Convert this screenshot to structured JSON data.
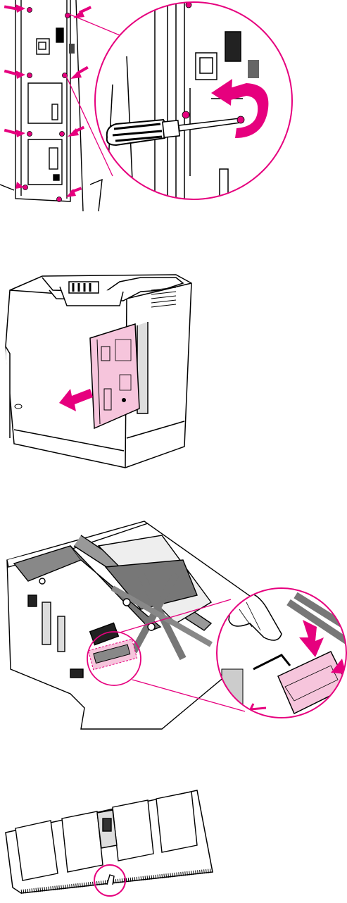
{
  "document": {
    "figures": [
      {
        "id": "remove-formatter-screws",
        "magenta": "#e6007e",
        "pink": "#f6c5dc"
      },
      {
        "id": "slide-out-formatter-board",
        "magenta": "#e6007e",
        "pink": "#f6c5dc"
      },
      {
        "id": "install-memory-module",
        "magenta": "#e6007e",
        "pink": "#f6c5dc"
      },
      {
        "id": "memory-module-notch",
        "magenta": "#e6007e"
      }
    ]
  }
}
